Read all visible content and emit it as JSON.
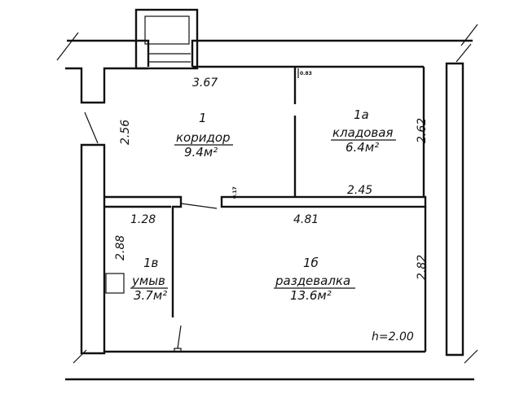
{
  "rooms": [
    {
      "number": "1",
      "name": "коридор",
      "area": "9.4м²"
    },
    {
      "number": "1а",
      "name": "кладовая",
      "area": "6.4м²"
    },
    {
      "number": "1б",
      "name": "раздевалка",
      "area": "13.6м²"
    },
    {
      "number": "1в",
      "name": "умыв",
      "area": "3.7м²"
    }
  ],
  "dimensions": {
    "corridor_width": "3.67",
    "corridor_height": "2.56",
    "storage_height": "2.62",
    "storage_width": "2.45",
    "storage_wall_top": "0.83",
    "storage_wall_left": "0.17",
    "changing_width": "4.81",
    "changing_height": "2.82",
    "washroom_width": "1.28",
    "washroom_height": "2.88"
  },
  "ceiling_height": "h=2.00"
}
